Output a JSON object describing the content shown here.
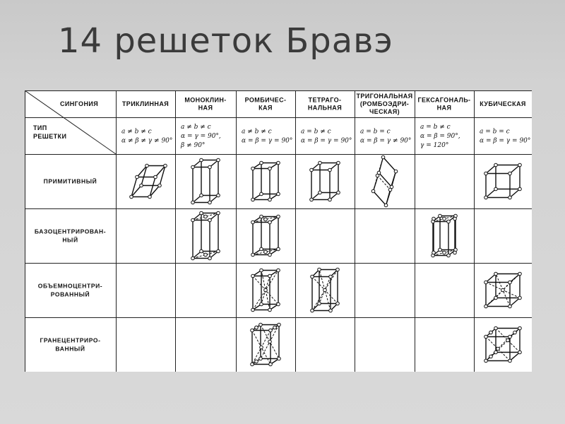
{
  "title": "14 решеток Бравэ",
  "corner": {
    "top": "СИНГОНИЯ",
    "bottom": [
      "ТИП",
      "РЕШЕТКИ"
    ]
  },
  "columns": [
    {
      "name": [
        "ТРИКЛИННАЯ"
      ],
      "formula": [
        "a ≠ b ≠ c",
        "α ≠ β ≠ γ ≠ 90°"
      ]
    },
    {
      "name": [
        "МОНОКЛИН-",
        "НАЯ"
      ],
      "formula": [
        "a ≠ b ≠ c",
        "α = γ = 90°,",
        "β ≠ 90°"
      ]
    },
    {
      "name": [
        "РОМБИЧЕС-",
        "КАЯ"
      ],
      "formula": [
        "a ≠ b ≠ c",
        "α = β = γ = 90°"
      ]
    },
    {
      "name": [
        "ТЕТРАГО-",
        "НАЛЬНАЯ"
      ],
      "formula": [
        "a = b ≠ c",
        "α = β = γ = 90°"
      ]
    },
    {
      "name": [
        "ТРИГОНАЛЬНАЯ",
        "(РОМБОЭДРИ-",
        "ЧЕСКАЯ)"
      ],
      "formula": [
        "a = b = c",
        "α = β = γ ≠ 90°"
      ]
    },
    {
      "name": [
        "ГЕКСАГОНАЛЬ-",
        "НАЯ"
      ],
      "formula": [
        "a = b ≠ c",
        "α = β = 90°,",
        "γ = 120°"
      ]
    },
    {
      "name": [
        "КУБИЧЕСКАЯ"
      ],
      "formula": [
        "a = b = c",
        "α = β = γ = 90°"
      ]
    }
  ],
  "rows": [
    {
      "name": [
        "ПРИМИТИВНЫЙ"
      ],
      "cells": [
        "triclinic-p",
        "monoclinic-p",
        "ortho-p",
        "tetra-p",
        "rhombo-p",
        "",
        "cubic-p"
      ]
    },
    {
      "name": [
        "БАЗОЦЕНТРИРОВАН-",
        "НЫЙ"
      ],
      "cells": [
        "",
        "monoclinic-c",
        "ortho-c",
        "",
        "",
        "hex-p",
        ""
      ]
    },
    {
      "name": [
        "ОБЪЕМНОЦЕНТРИ-",
        "РОВАННЫЙ"
      ],
      "cells": [
        "",
        "",
        "ortho-i",
        "tetra-i",
        "",
        "",
        "cubic-i"
      ]
    },
    {
      "name": [
        "ГРАНЕЦЕНТРИРО-",
        "ВАННЫЙ"
      ],
      "cells": [
        "",
        "",
        "ortho-f",
        "",
        "",
        "",
        "cubic-f"
      ]
    }
  ]
}
